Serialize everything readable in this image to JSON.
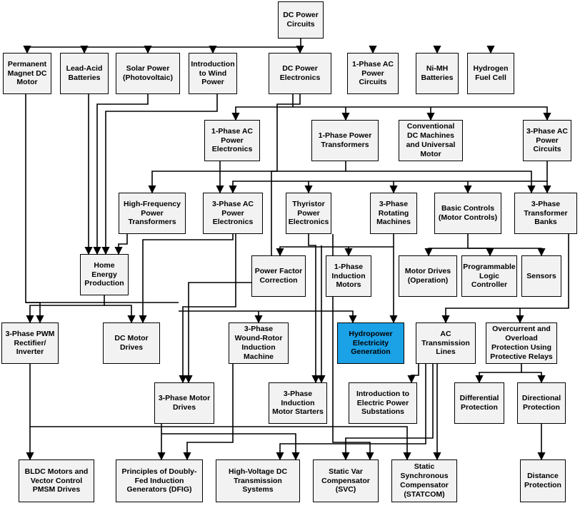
{
  "nodes": [
    {
      "id": "dc_power_circuits",
      "label": "DC Power\nCircuits"
    },
    {
      "id": "pm_dc_motor",
      "label": "Permanent\nMagnet DC\nMotor"
    },
    {
      "id": "lead_acid",
      "label": "Lead-Acid\nBatteries"
    },
    {
      "id": "solar",
      "label": "Solar Power\n(Photovoltaic)"
    },
    {
      "id": "wind",
      "label": "Introduction\nto Wind\nPower"
    },
    {
      "id": "dc_pe",
      "label": "DC Power\nElectronics"
    },
    {
      "id": "ac1_circuits",
      "label": "1-Phase AC\nPower\nCircuits"
    },
    {
      "id": "nimh",
      "label": "Ni-MH\nBatteries"
    },
    {
      "id": "hydrogen",
      "label": "Hydrogen\nFuel Cell"
    },
    {
      "id": "ac1_pe",
      "label": "1-Phase AC\nPower\nElectronics"
    },
    {
      "id": "ph1_transformers",
      "label": "1-Phase Power\nTransformers"
    },
    {
      "id": "conv_dc",
      "label": "Conventional\nDC Machines\nand Universal\nMotor"
    },
    {
      "id": "ac3_circuits",
      "label": "3-Phase AC\nPower\nCircuits"
    },
    {
      "id": "hf_transformers",
      "label": "High-Frequency\nPower\nTransformers"
    },
    {
      "id": "ac3_pe",
      "label": "3-Phase AC\nPower\nElectronics"
    },
    {
      "id": "thyristor",
      "label": "Thyristor\nPower\nElectronics"
    },
    {
      "id": "ph3_rotating",
      "label": "3-Phase\nRotating\nMachines"
    },
    {
      "id": "basic_controls",
      "label": "Basic Controls\n(Motor Controls)"
    },
    {
      "id": "ph3_transformer_banks",
      "label": "3-Phase\nTransformer\nBanks"
    },
    {
      "id": "home_energy",
      "label": "Home\nEnergy\nProduction"
    },
    {
      "id": "pf_correction",
      "label": "Power Factor\nCorrection"
    },
    {
      "id": "ph1_induction",
      "label": "1-Phase\nInduction\nMotors"
    },
    {
      "id": "motor_drives_op",
      "label": "Motor Drives\n(Operation)"
    },
    {
      "id": "plc",
      "label": "Programmable\nLogic\nController"
    },
    {
      "id": "sensors",
      "label": "Sensors"
    },
    {
      "id": "pwm",
      "label": "3-Phase PWM\nRectifier/\nInverter"
    },
    {
      "id": "dc_motor_drives",
      "label": "DC Motor\nDrives"
    },
    {
      "id": "wound_rotor",
      "label": "3-Phase\nWound-Rotor\nInduction\nMachine"
    },
    {
      "id": "hydropower",
      "label": "Hydropower\nElectricity\nGeneration"
    },
    {
      "id": "ac_lines",
      "label": "AC\nTransmission\nLines"
    },
    {
      "id": "overcurrent",
      "label": "Overcurrent and\nOverload\nProtection Using\nProtective Relays"
    },
    {
      "id": "ph3_motor_drives",
      "label": "3-Phase Motor\nDrives"
    },
    {
      "id": "ph3_starters",
      "label": "3-Phase\nInduction\nMotor Starters"
    },
    {
      "id": "substations",
      "label": "Introduction to\nElectric Power\nSubstations"
    },
    {
      "id": "differential",
      "label": "Differential\nProtection"
    },
    {
      "id": "directional",
      "label": "Directional\nProtection"
    },
    {
      "id": "bldc",
      "label": "BLDC Motors and\nVector Control\nPMSM Drives"
    },
    {
      "id": "dfig",
      "label": "Principles of Doubly-\nFed Induction\nGenerators (DFIG)"
    },
    {
      "id": "hvdc",
      "label": "High-Voltage DC\nTransmission Systems"
    },
    {
      "id": "svc",
      "label": "Static Var\nCompensator\n(SVC)"
    },
    {
      "id": "statcom",
      "label": "Static\nSynchronous\nCompensator\n(STATCOM)"
    },
    {
      "id": "distance",
      "label": "Distance\nProtection"
    }
  ],
  "highlight_color": "#1aa1e6",
  "box_fill": "#f2f2f2"
}
